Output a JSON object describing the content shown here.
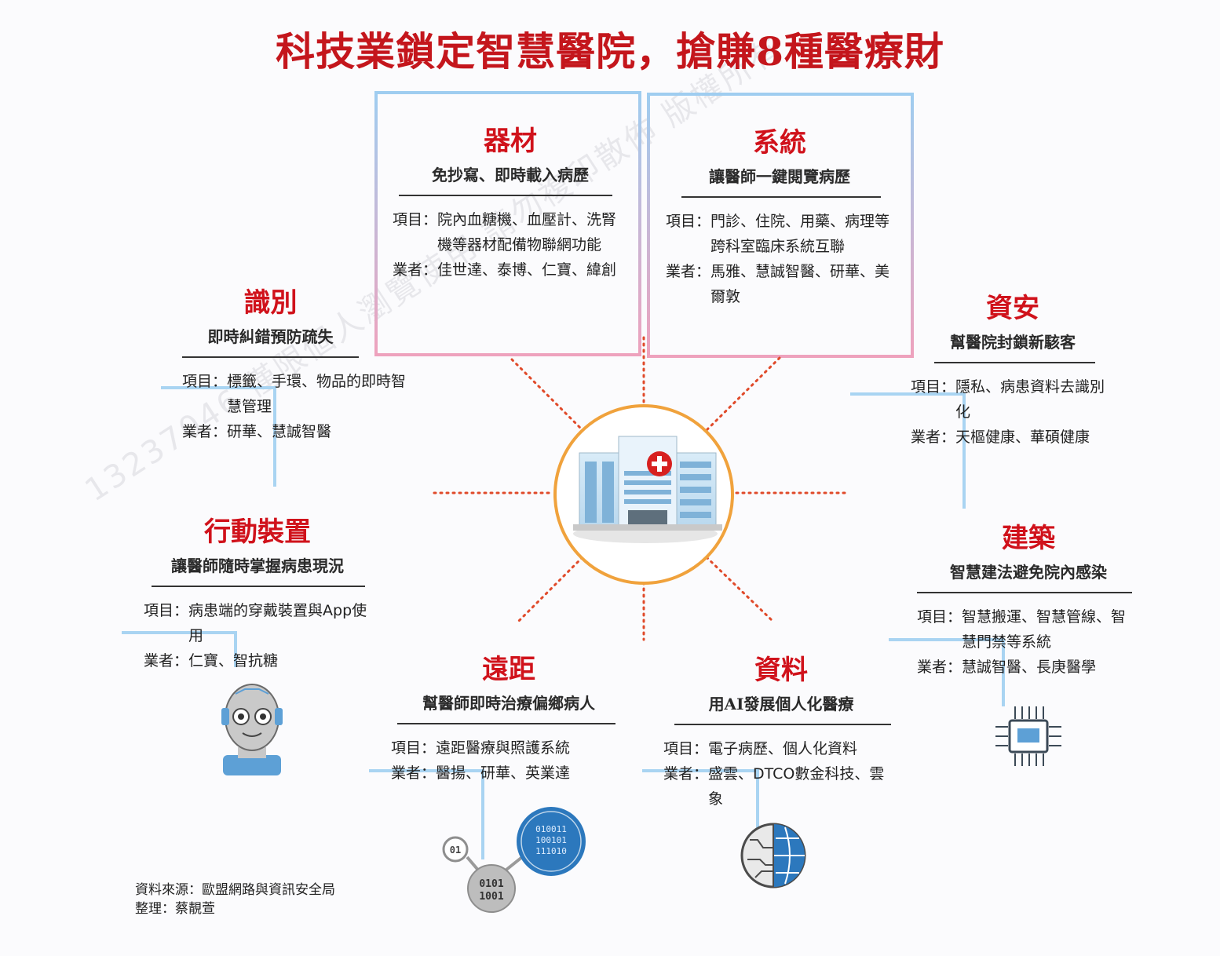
{
  "title": "科技業鎖定智慧醫院，搶賺8種醫療財",
  "labels": {
    "items": "項目：",
    "vendors": "業者："
  },
  "categories": {
    "equipment": {
      "name": "器材",
      "subtitle": "免抄寫、即時載入病歷",
      "items": "院內血糖機、血壓計、洗腎機等器材配備物聯網功能",
      "vendors": "佳世達、泰博、仁寶、緯創"
    },
    "system": {
      "name": "系統",
      "subtitle": "讓醫師一鍵閱覽病歷",
      "items": "門診、住院、用藥、病理等跨科室臨床系統互聯",
      "vendors": "馬雅、慧誠智醫、研華、美爾敦"
    },
    "identification": {
      "name": "識別",
      "subtitle": "即時糾錯預防疏失",
      "items": "標籤、手環、物品的即時智慧管理",
      "vendors": "研華、慧誠智醫"
    },
    "security": {
      "name": "資安",
      "subtitle": "幫醫院封鎖新駭客",
      "items": "隱私、病患資料去識別化",
      "vendors": "天樞健康、華碩健康"
    },
    "mobile": {
      "name": "行動裝置",
      "subtitle": "讓醫師隨時掌握病患現況",
      "items": "病患端的穿戴裝置與App使用",
      "vendors": "仁寶、智抗糖"
    },
    "building": {
      "name": "建築",
      "subtitle": "智慧建法避免院內感染",
      "items": "智慧搬運、智慧管線、智慧門禁等系統",
      "vendors": "慧誠智醫、長庚醫學"
    },
    "remote": {
      "name": "遠距",
      "subtitle": "幫醫師即時治療偏鄉病人",
      "items": "遠距醫療與照護系統",
      "vendors": "醫揚、研華、英業達"
    },
    "data": {
      "name": "資料",
      "subtitle": "用AI發展個人化醫療",
      "items": "電子病歷、個人化資料",
      "vendors": "盛雲、DTCO數金科技、雲象"
    }
  },
  "icons": {
    "binary_big": [
      "010011",
      "100101",
      "111010"
    ],
    "binary_mid": [
      "0101",
      "1001"
    ],
    "binary_small": "01"
  },
  "source": {
    "line1": "資料來源：歐盟網路與資訊安全局",
    "line2": "整理：蔡靚萱"
  },
  "watermark": "13237046 僅限個人瀏覽使用 請勿複印散佈 版權所有",
  "colors": {
    "title": "#c4161c",
    "category": "#d0121b",
    "ring": "#f0a23c",
    "dots": "#e04a2a",
    "line_blue": "#a9d4f2",
    "line_pink": "#f0a6be"
  }
}
